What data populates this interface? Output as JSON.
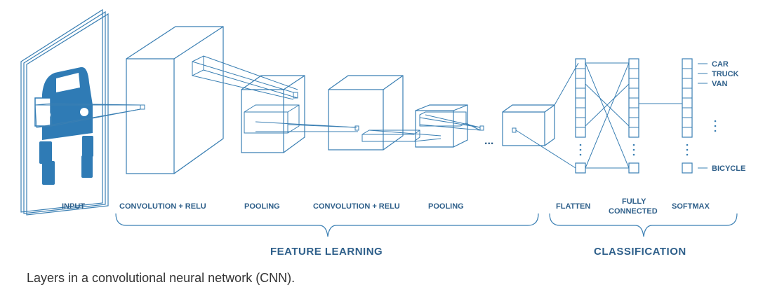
{
  "layers": {
    "input": "INPUT",
    "conv1": "CONVOLUTION + RELU",
    "pool1": "POOLING",
    "conv2": "CONVOLUTION + RELU",
    "pool2": "POOLING",
    "flatten": "FLATTEN",
    "fully_connected_line1": "FULLY",
    "fully_connected_line2": "CONNECTED",
    "softmax": "SOFTMAX"
  },
  "groups": {
    "feature_learning": "FEATURE LEARNING",
    "classification": "CLASSIFICATION"
  },
  "outputs": [
    "CAR",
    "TRUCK",
    "VAN",
    "BICYCLE"
  ],
  "ellipsis": "...",
  "caption": "Layers in a convolutional neural network (CNN).",
  "colors": {
    "line": "#3a7fb3",
    "car_fill": "#2f7bb5",
    "label": "#2e5f8a"
  }
}
